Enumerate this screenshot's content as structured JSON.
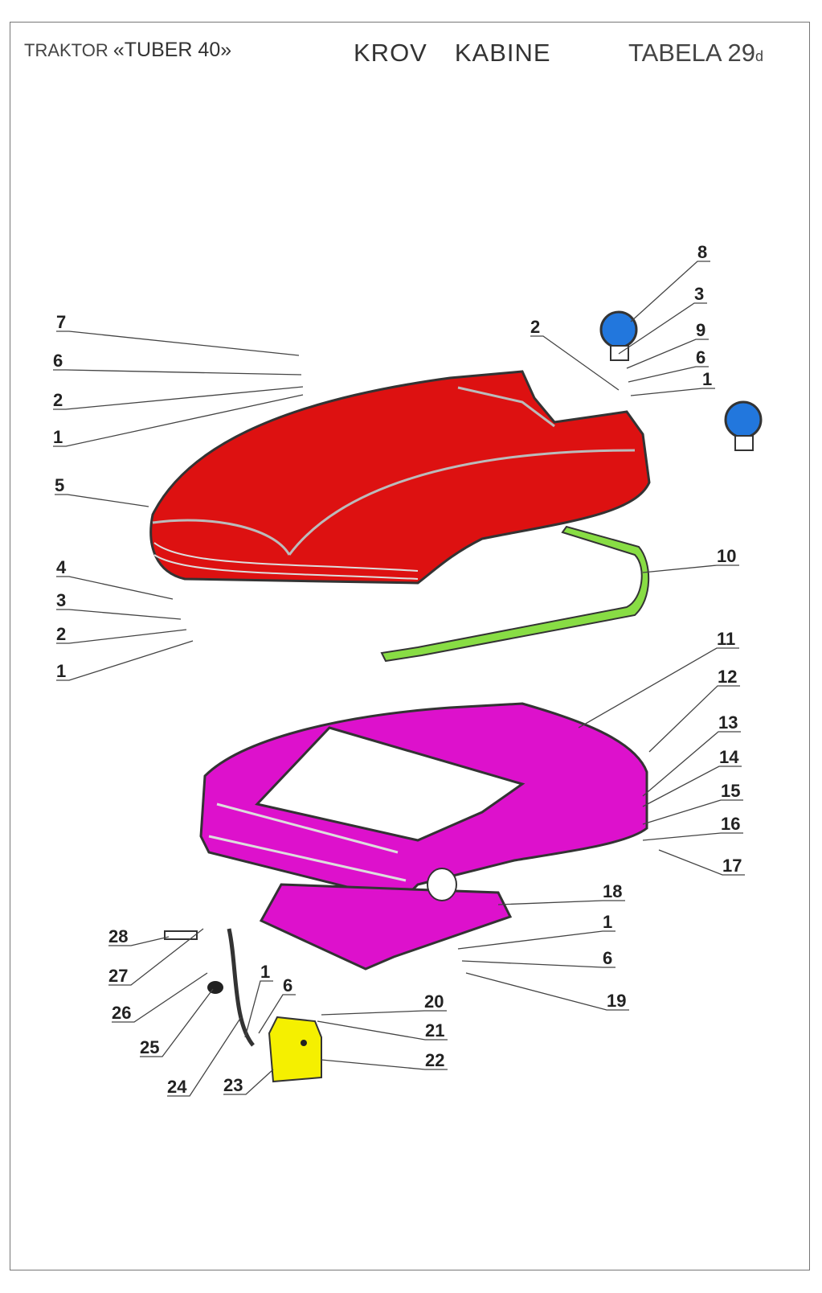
{
  "header": {
    "model_prefix": "TRAKTOR",
    "model_name": "«TUBER 40»",
    "section_word1": "KROV",
    "section_word2": "KABINE",
    "table_label": "TABELA 29",
    "table_suffix": "d"
  },
  "colors": {
    "roof": "#dd1111",
    "frame": "#dd11cc",
    "seal": "#88dd44",
    "tank": "#f5f000",
    "lamp": "#2277dd"
  },
  "callouts": [
    "7",
    "6",
    "2",
    "1",
    "5",
    "4",
    "3",
    "2",
    "1",
    "8",
    "3",
    "9",
    "6",
    "1",
    "2",
    "10",
    "11",
    "12",
    "13",
    "14",
    "15",
    "16",
    "17",
    "18",
    "1",
    "6",
    "19",
    "28",
    "27",
    "26",
    "25",
    "24",
    "1",
    "6",
    "23",
    "20",
    "21",
    "22"
  ]
}
